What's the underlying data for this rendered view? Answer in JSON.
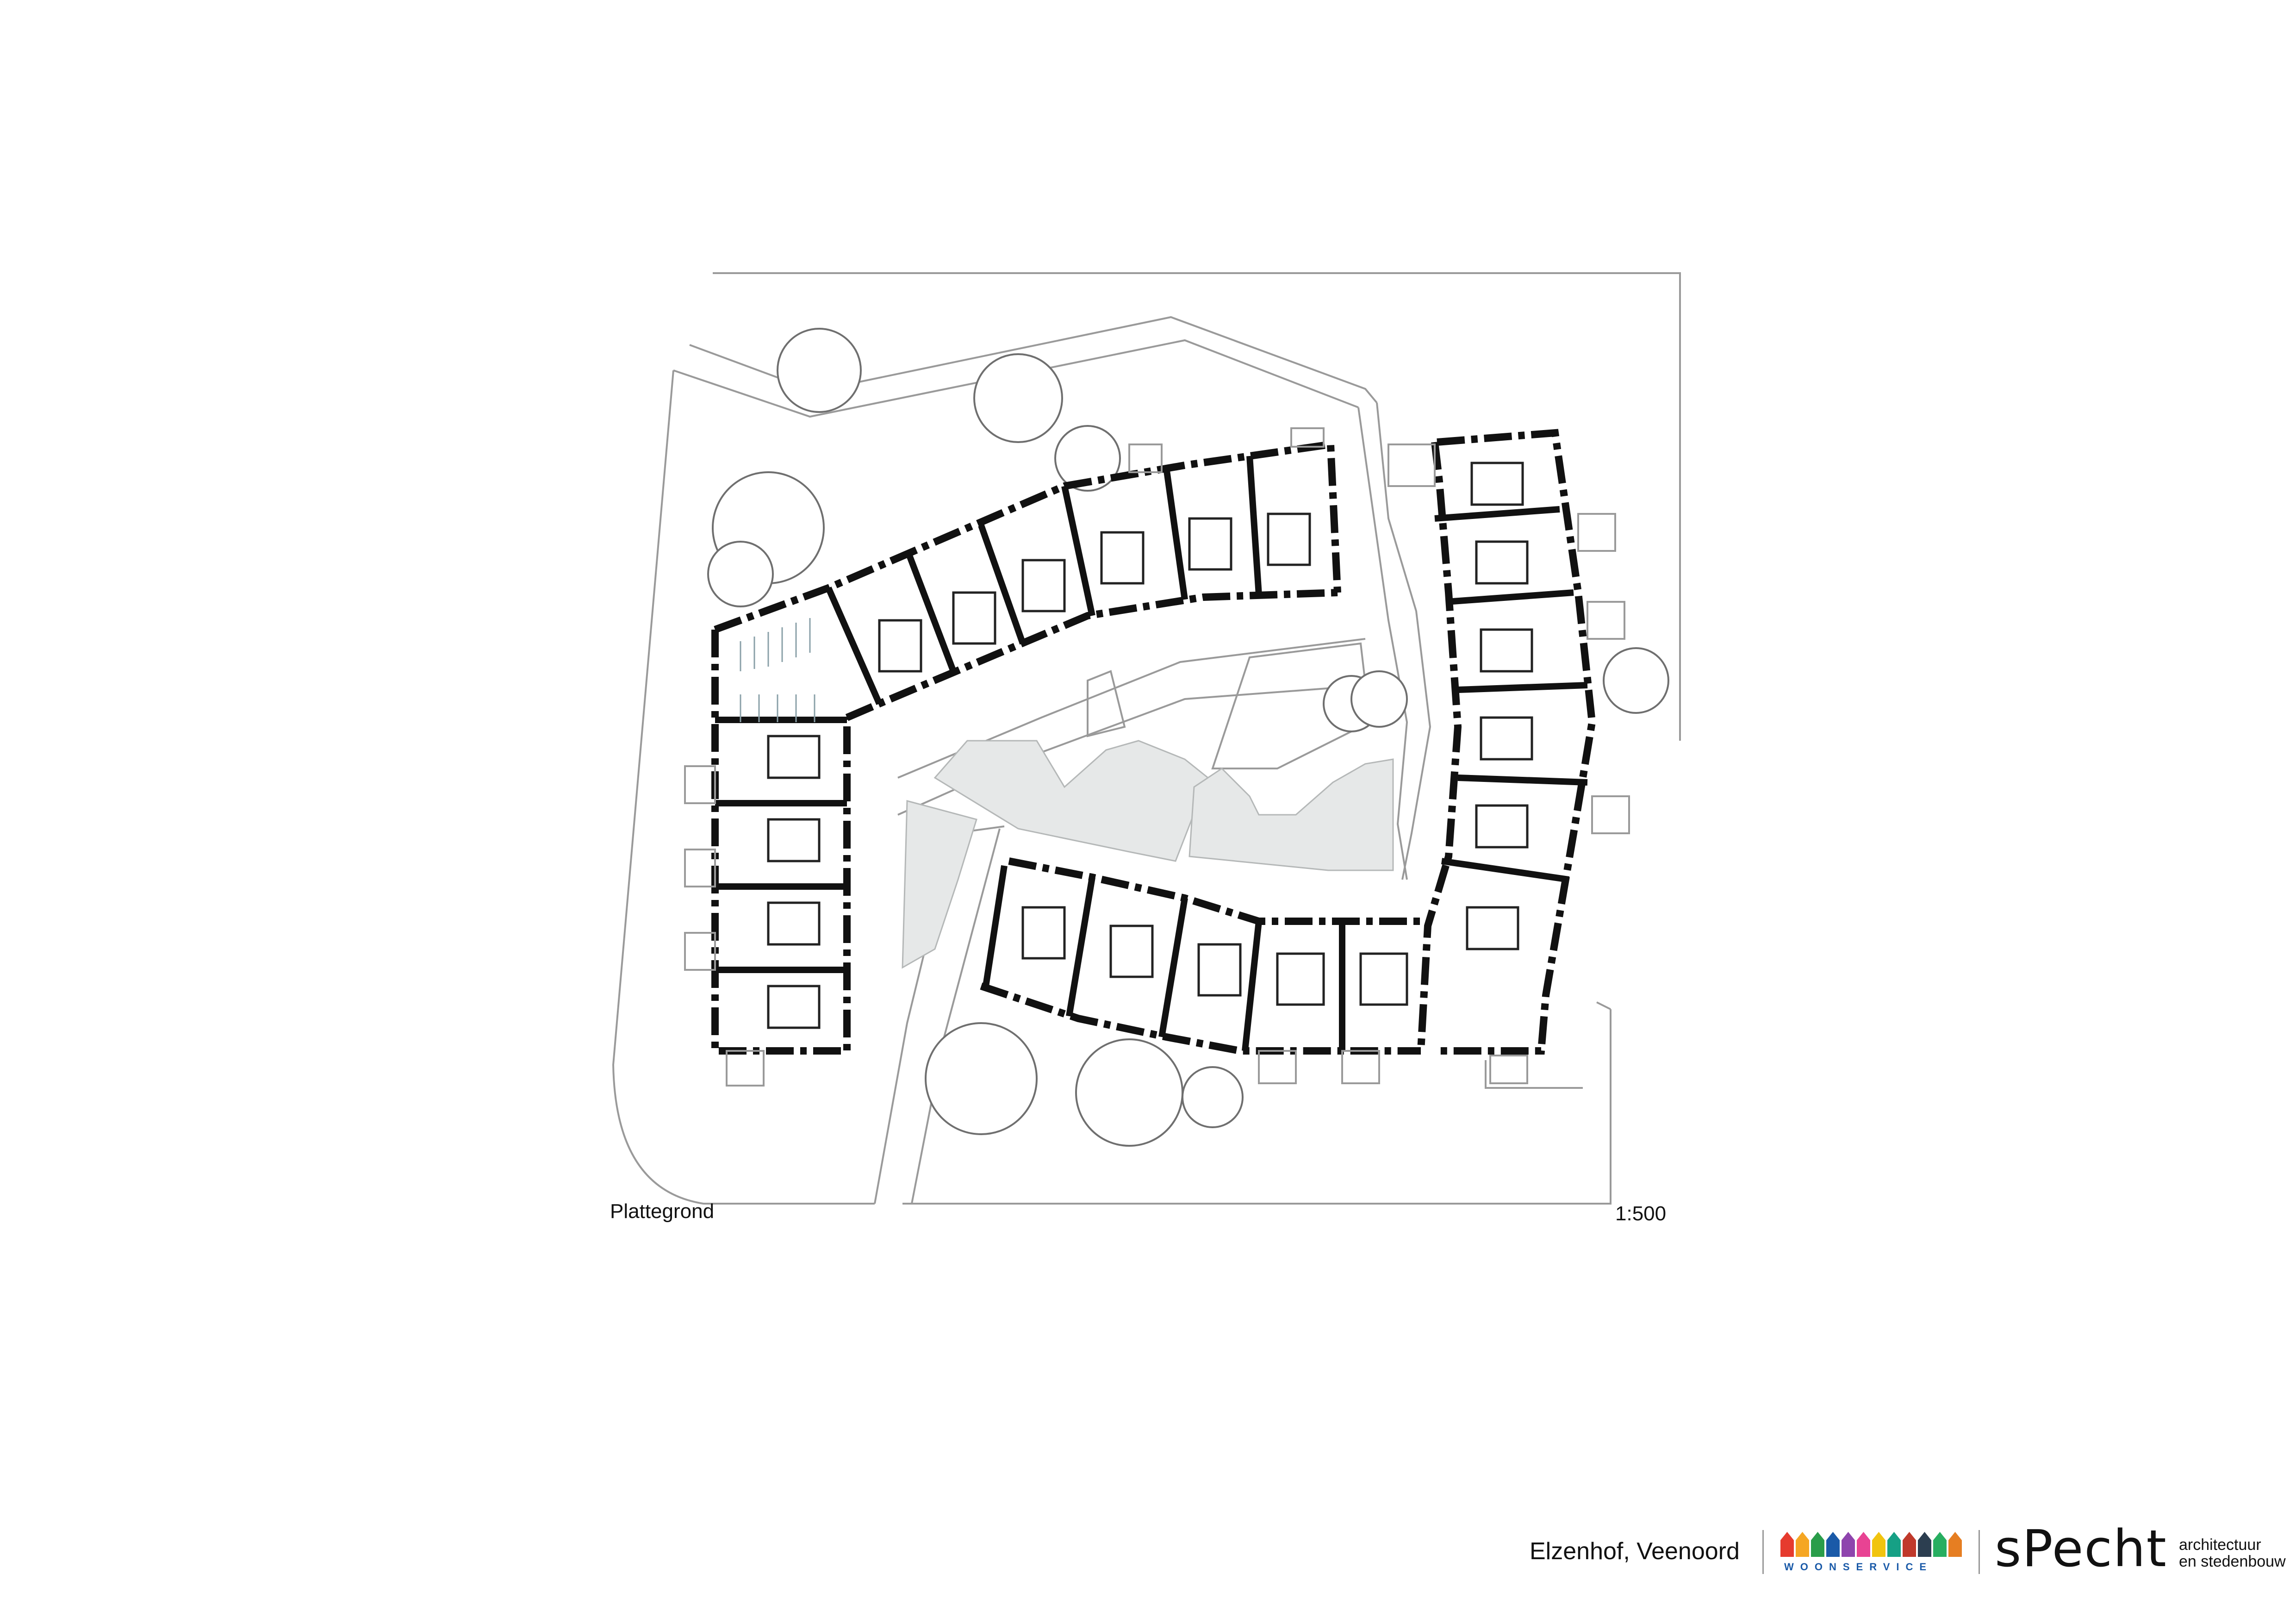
{
  "drawing": {
    "title": "Plattegrond",
    "scale": "1:500"
  },
  "footer": {
    "project": "Elzenhof, Veenoord",
    "client_logo": {
      "word": "WOONSERVICE",
      "colors": [
        "#e63b2e",
        "#f5a623",
        "#2a9d4a",
        "#1a5aa8",
        "#8e44ad",
        "#e84393",
        "#f1c40f",
        "#16a085",
        "#c0392b",
        "#2c3e50",
        "#27ae60",
        "#e67e22"
      ]
    },
    "architect_logo": {
      "word": "sPecht",
      "subtitle": "architectuur\nen stedenbouw"
    }
  },
  "colors": {
    "line": "#111111",
    "thin": "#9a9a9a",
    "water": "#e6e8e8"
  }
}
